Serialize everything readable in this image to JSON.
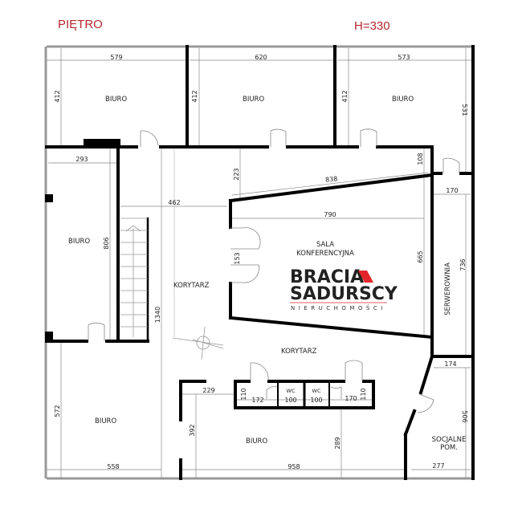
{
  "header": {
    "floor_label": "PIĘTRO",
    "height_label": "H=330"
  },
  "colors": {
    "title": "#b3282d",
    "logo_accent": "#e2262b",
    "wall": "#000000"
  },
  "rooms": {
    "office_top_left": "BIURO",
    "office_top_mid": "BIURO",
    "office_top_right": "BIURO",
    "office_left": "BIURO",
    "office_bottom_left": "BIURO",
    "office_bottom_mid": "BIURO",
    "corridor_left": "KORYTARZ",
    "corridor_center": "KORYTARZ",
    "conference_line1": "SALA",
    "conference_line2": "KONFERENCYJNA",
    "server_room": "SERWEROWNIA",
    "social_line1": "POM.",
    "social_line2": "SOCJALNE",
    "wc1": "WC",
    "wc2": "WC"
  },
  "dimensions": {
    "d579": "579",
    "d620": "620",
    "d573": "573",
    "d412a": "412",
    "d412b": "412",
    "d412c": "412",
    "d531": "531",
    "d293": "293",
    "d806": "806",
    "d462": "462",
    "d223": "223",
    "d838": "838",
    "d108": "108",
    "d170a": "170",
    "d790": "790",
    "d665": "665",
    "d736": "736",
    "d1340": "1340",
    "d153": "153",
    "d174": "174",
    "d229": "229",
    "d110a": "110",
    "d172": "172",
    "d100a": "100",
    "d100b": "100",
    "d170b": "170",
    "d110b": "110",
    "d572": "572",
    "d392": "392",
    "d289": "289",
    "d506": "506",
    "d558": "558",
    "d958": "958",
    "d277": "277"
  },
  "logo": {
    "line1": "BRACIA",
    "line2": "SADURSCY",
    "tagline": "NIERUCHOMOŚCI"
  }
}
